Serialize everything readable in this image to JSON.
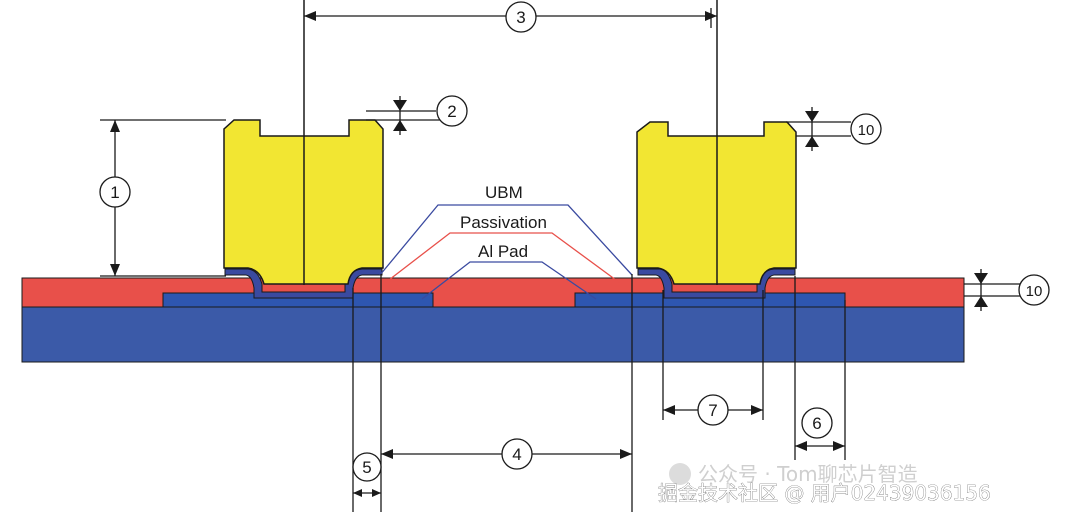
{
  "labels": {
    "ubm": "UBM",
    "passivation": "Passivation",
    "al_pad": "Al Pad"
  },
  "dimensions": {
    "d1": "1",
    "d2": "2",
    "d3": "3",
    "d4": "4",
    "d5": "5",
    "d6": "6",
    "d7": "7",
    "d10_top": "10",
    "d10_side": "10"
  },
  "watermark": {
    "line1": "公众号 · Tom聊芯片智造",
    "line2": "掘金技术社区 @ 用户02439036156"
  },
  "colors": {
    "bump": "#f2e632",
    "passivation": "#e8504a",
    "substrate": "#3b5aa8",
    "ubm": "#3a4aa0",
    "al_pad": "#2e56b0"
  }
}
